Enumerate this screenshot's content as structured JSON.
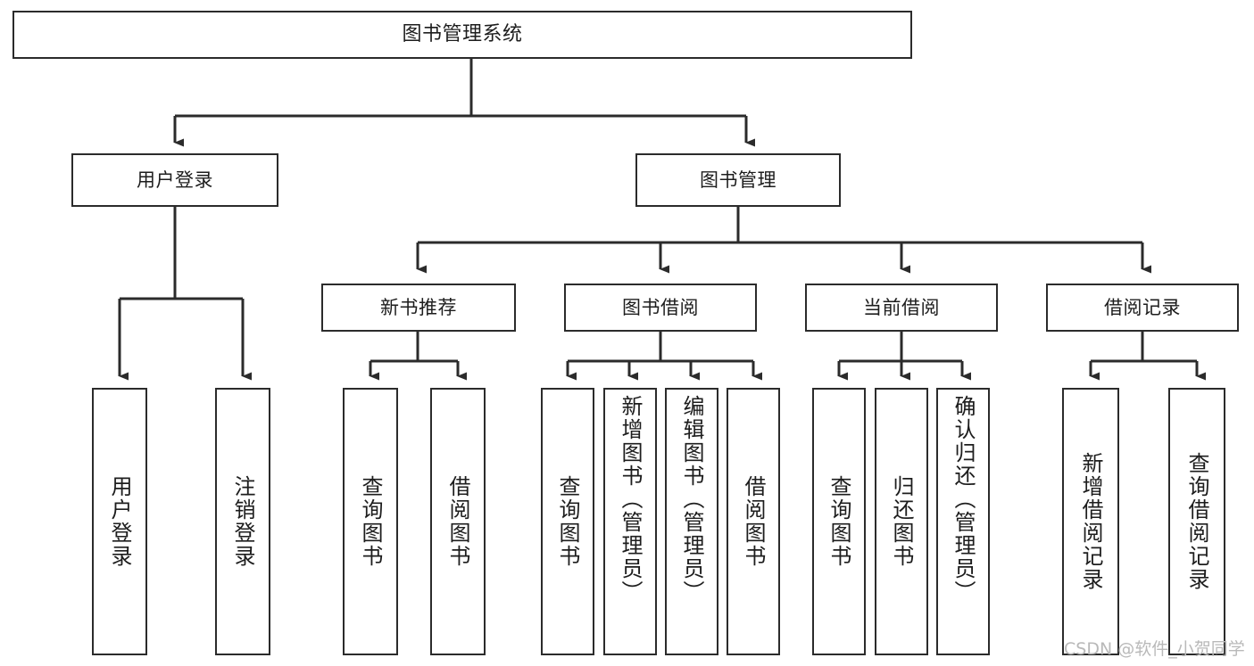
{
  "diagram": {
    "type": "tree-hierarchy",
    "title": "图书管理系统",
    "watermark": "CSDN @软件_小贺同学",
    "colors": {
      "stroke": "#2b2b2b",
      "fill": "#ffffff",
      "text": "#1d1d1d",
      "watermark": "#b9b9b9"
    },
    "nodes": {
      "root": {
        "label": "图书管理系统"
      },
      "level1": [
        {
          "id": "user-login",
          "label": "用户登录"
        },
        {
          "id": "book-manage",
          "label": "图书管理"
        }
      ],
      "level2": [
        {
          "id": "new-book-rec",
          "label": "新书推荐"
        },
        {
          "id": "book-borrow",
          "label": "图书借阅"
        },
        {
          "id": "current-borrow",
          "label": "当前借阅"
        },
        {
          "id": "borrow-record",
          "label": "借阅记录"
        }
      ],
      "leaves": [
        {
          "id": "leaf-user-login",
          "label": "用户登录",
          "parent": "user-login"
        },
        {
          "id": "leaf-logout-login",
          "label": "注销登录",
          "parent": "user-login"
        },
        {
          "id": "leaf-query-book-1",
          "label": "查询图书",
          "parent": "new-book-rec"
        },
        {
          "id": "leaf-borrow-book-1",
          "label": "借阅图书",
          "parent": "new-book-rec"
        },
        {
          "id": "leaf-query-book-2",
          "label": "查询图书",
          "parent": "book-borrow"
        },
        {
          "id": "leaf-add-book",
          "label": "新增图书（管理员）",
          "parent": "book-borrow"
        },
        {
          "id": "leaf-edit-book",
          "label": "编辑图书（管理员）",
          "parent": "book-borrow"
        },
        {
          "id": "leaf-borrow-book-2",
          "label": "借阅图书",
          "parent": "book-borrow"
        },
        {
          "id": "leaf-query-book-3",
          "label": "查询图书",
          "parent": "current-borrow"
        },
        {
          "id": "leaf-return-book",
          "label": "归还图书",
          "parent": "current-borrow"
        },
        {
          "id": "leaf-confirm-return",
          "label": "确认归还（管理员）",
          "parent": "current-borrow"
        },
        {
          "id": "leaf-add-record",
          "label": "新增借阅记录",
          "parent": "borrow-record"
        },
        {
          "id": "leaf-query-record",
          "label": "查询借阅记录",
          "parent": "borrow-record"
        }
      ]
    }
  }
}
